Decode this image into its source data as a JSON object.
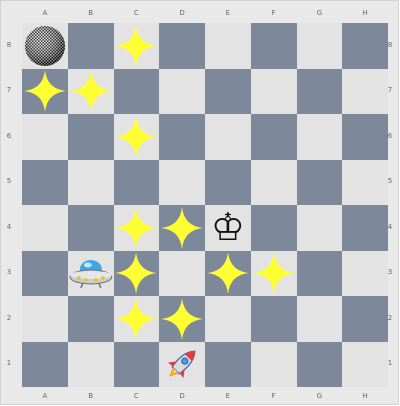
{
  "board": {
    "files": [
      "A",
      "B",
      "C",
      "D",
      "E",
      "F",
      "G",
      "H"
    ],
    "ranks": [
      "8",
      "7",
      "6",
      "5",
      "4",
      "3",
      "2",
      "1"
    ],
    "light_color": "#e3e3e3",
    "dark_color": "#7d889b"
  },
  "pieces": [
    {
      "type": "ball-icon",
      "square": "A8"
    },
    {
      "type": "king-icon",
      "square": "E4",
      "glyph": "♔"
    },
    {
      "type": "ufo-icon",
      "square": "B3"
    },
    {
      "type": "rocket-icon",
      "square": "D1"
    }
  ],
  "sparkles": [
    "C8",
    "A7",
    "B7",
    "C6",
    "C4",
    "D4",
    "C3",
    "E3",
    "F3",
    "C2",
    "D2"
  ],
  "sparkle_color": "#ffff33"
}
